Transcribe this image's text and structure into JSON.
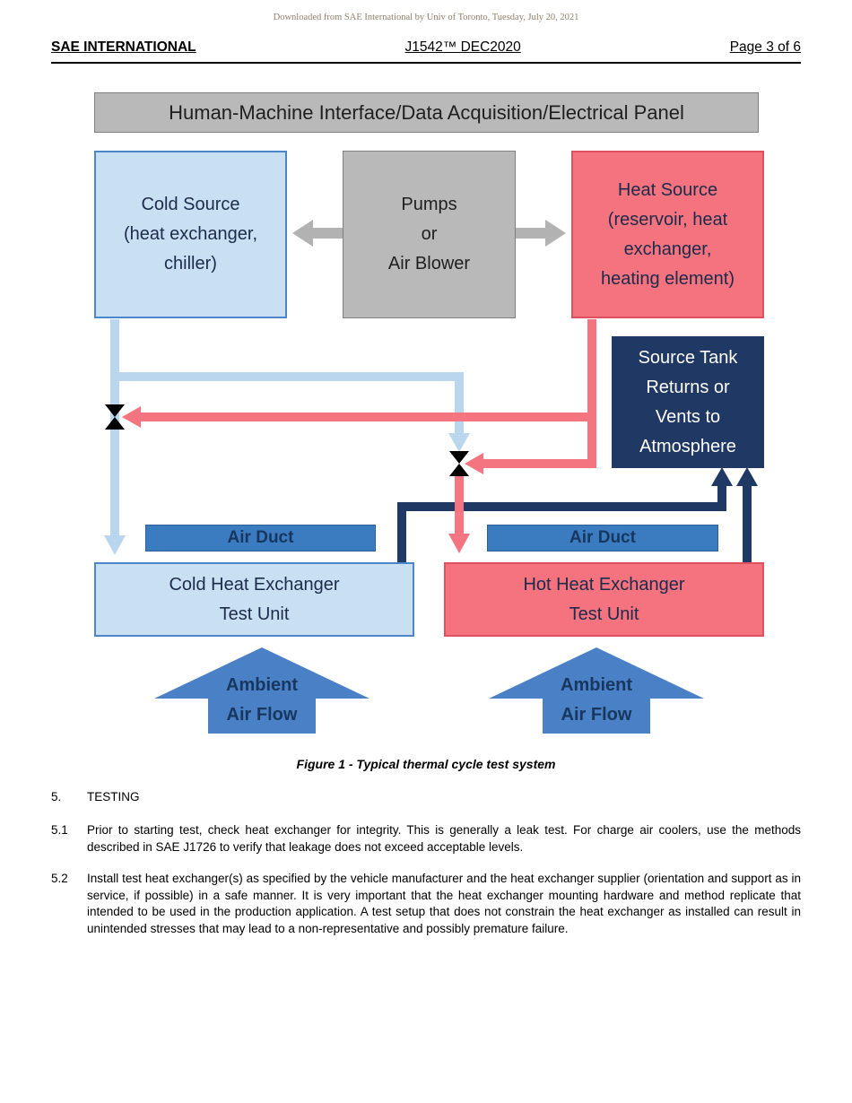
{
  "watermark": "Downloaded from SAE International by Univ of Toronto, Tuesday, July 20, 2021",
  "header": {
    "left": "SAE INTERNATIONAL",
    "center": "J1542™ DEC2020",
    "right": "Page 3 of 6"
  },
  "colors": {
    "light_blue_fill": "#c9dff2",
    "light_blue_border": "#4a86c8",
    "gray_fill": "#b9b9b9",
    "red_fill": "#f4737f",
    "navy": "#1f3864",
    "duct_blue": "#3b7cc0",
    "ambient_blue": "#4a80c6",
    "pale_blue_line": "#bad6ef",
    "pink_line": "#f4747f",
    "gray_arrow": "#b2b2b2"
  },
  "diagram": {
    "hmi_bar": "Human-Machine Interface/Data Acquisition/Electrical Panel",
    "cold_source": "Cold Source\n(heat exchanger,\nchiller)",
    "pumps": "Pumps\nor\nAir Blower",
    "heat_source": "Heat Source\n(reservoir, heat\nexchanger,\nheating element)",
    "source_tank": "Source Tank\nReturns or\nVents to\nAtmosphere",
    "air_duct_left": "Air Duct",
    "air_duct_right": "Air Duct",
    "cold_test_unit": "Cold Heat Exchanger\nTest Unit",
    "hot_test_unit": "Hot Heat Exchanger\nTest Unit",
    "ambient_left": "Ambient\nAir Flow",
    "ambient_right": "Ambient\nAir Flow"
  },
  "caption": "Figure 1 - Typical thermal cycle test system",
  "section": {
    "number": "5.",
    "title": "TESTING"
  },
  "paragraphs": [
    {
      "number": "5.1",
      "text": "Prior to starting test, check heat exchanger for integrity. This is generally a leak test. For charge air coolers, use the methods described in SAE J1726 to verify that leakage does not exceed acceptable levels."
    },
    {
      "number": "5.2",
      "text": "Install test heat exchanger(s) as specified by the vehicle manufacturer and the heat exchanger supplier (orientation and support as in service, if possible) in a safe manner. It is very important that the heat exchanger mounting hardware and method replicate that intended to be used in the production application. A test setup that does not constrain the heat exchanger as installed can result in unintended stresses that may lead to a non-representative and possibly premature failure."
    }
  ]
}
